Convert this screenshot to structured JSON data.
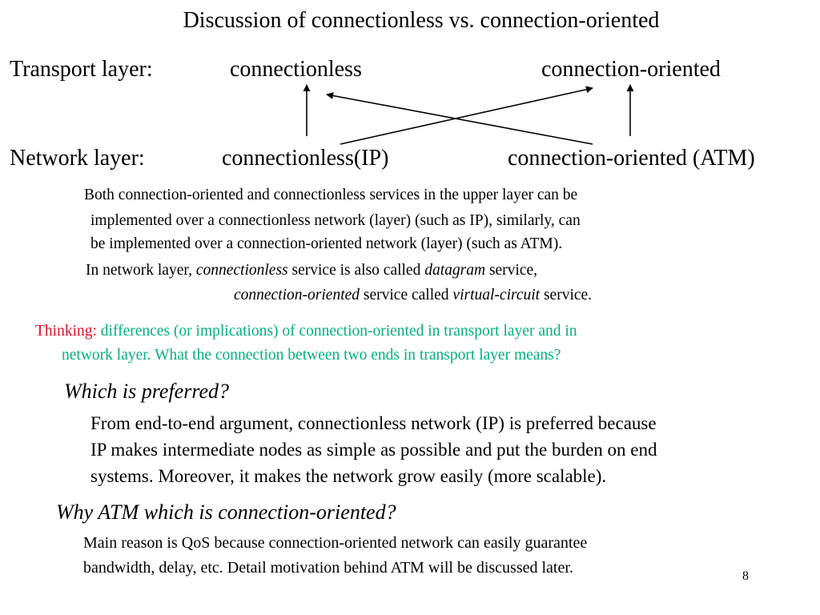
{
  "slide": {
    "title": "Discussion of connectionless vs. connection-oriented",
    "page_number": "8"
  },
  "diagram": {
    "transport": {
      "label": "Transport layer:",
      "left": "connectionless",
      "right": "connection-oriented"
    },
    "network": {
      "label": "Network layer:",
      "left": "connectionless(IP)",
      "right": "connection-oriented (ATM)"
    }
  },
  "explanation": {
    "line1": "Both connection-oriented and connectionless services in the upper layer can be",
    "line2": "implemented over a connectionless network (layer) (such as IP), similarly, can",
    "line3": "be implemented over a connection-oriented network (layer) (such as ATM).",
    "line4_a": "In network layer, ",
    "line4_b": "connectionless",
    "line4_c": " service is also called ",
    "line4_d": "datagram",
    "line4_e": " service,",
    "line5_a": "connection-oriented",
    "line5_b": " service called ",
    "line5_c": "virtual-circuit",
    "line5_d": " service."
  },
  "thinking": {
    "label": "Thinking:",
    "line1": " differences (or implications) of connection-oriented in transport layer and  in",
    "line2": "network layer. What the connection between two ends in transport layer means?",
    "label_color": "#e0112b",
    "text_color": "#00b080"
  },
  "preferred": {
    "heading": "Which is preferred?",
    "line1": "From end-to-end argument, connectionless network (IP) is preferred because",
    "line2": "IP makes intermediate nodes as simple as possible and put the burden on end",
    "line3": "systems.  Moreover, it makes the network grow easily (more scalable)."
  },
  "atm": {
    "heading": "Why ATM which is connection-oriented?",
    "line1": "Main reason is QoS because connection-oriented network can easily guarantee",
    "line2": "bandwidth, delay, etc. Detail motivation behind ATM will be discussed later."
  }
}
